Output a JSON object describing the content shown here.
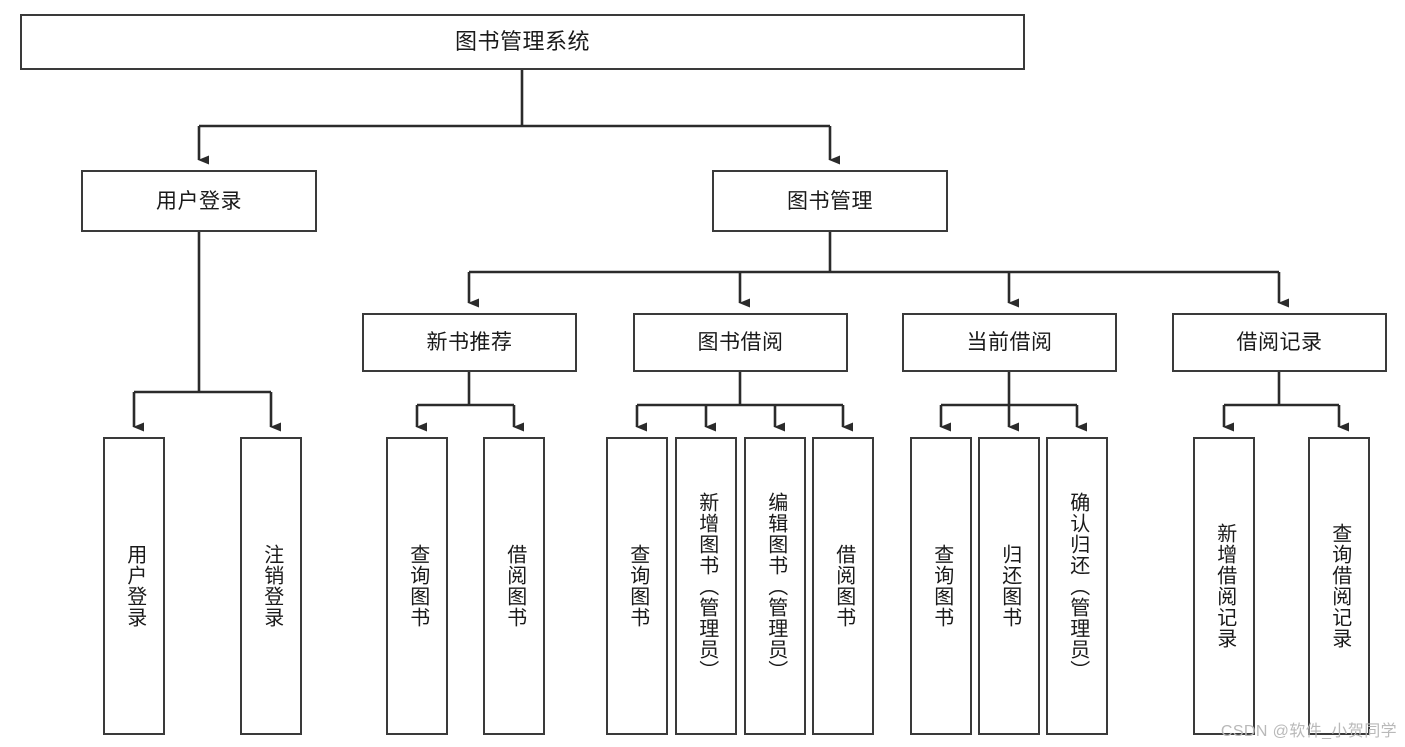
{
  "diagram": {
    "title": "图书管理系统",
    "type": "tree-hierarchy-chart",
    "watermark": "CSDN @软件_小贺同学",
    "colors": {
      "box_border": "#3a3a3a",
      "box_fill": "#ffffff",
      "edge": "#2b2b2b",
      "text": "#1a1a1a",
      "watermark": "#b9b9b9"
    },
    "levels": {
      "root": {
        "label": "图书管理系统"
      },
      "level2": [
        {
          "label": "用户登录"
        },
        {
          "label": "图书管理"
        }
      ],
      "level3": [
        {
          "label": "新书推荐"
        },
        {
          "label": "图书借阅"
        },
        {
          "label": "当前借阅"
        },
        {
          "label": "借阅记录"
        }
      ],
      "leaves": {
        "user_login": [
          {
            "label": "用户登录"
          },
          {
            "label": "注销登录"
          }
        ],
        "new_book_recommend": [
          {
            "label": "查询图书"
          },
          {
            "label": "借阅图书"
          }
        ],
        "book_borrow": [
          {
            "label": "查询图书"
          },
          {
            "label": "新增图书（管理员）"
          },
          {
            "label": "编辑图书（管理员）"
          },
          {
            "label": "借阅图书"
          }
        ],
        "current_borrow": [
          {
            "label": "查询图书"
          },
          {
            "label": "归还图书"
          },
          {
            "label": "确认归还（管理员）"
          }
        ],
        "borrow_records": [
          {
            "label": "新增借阅记录"
          },
          {
            "label": "查询借阅记录"
          }
        ]
      }
    }
  }
}
